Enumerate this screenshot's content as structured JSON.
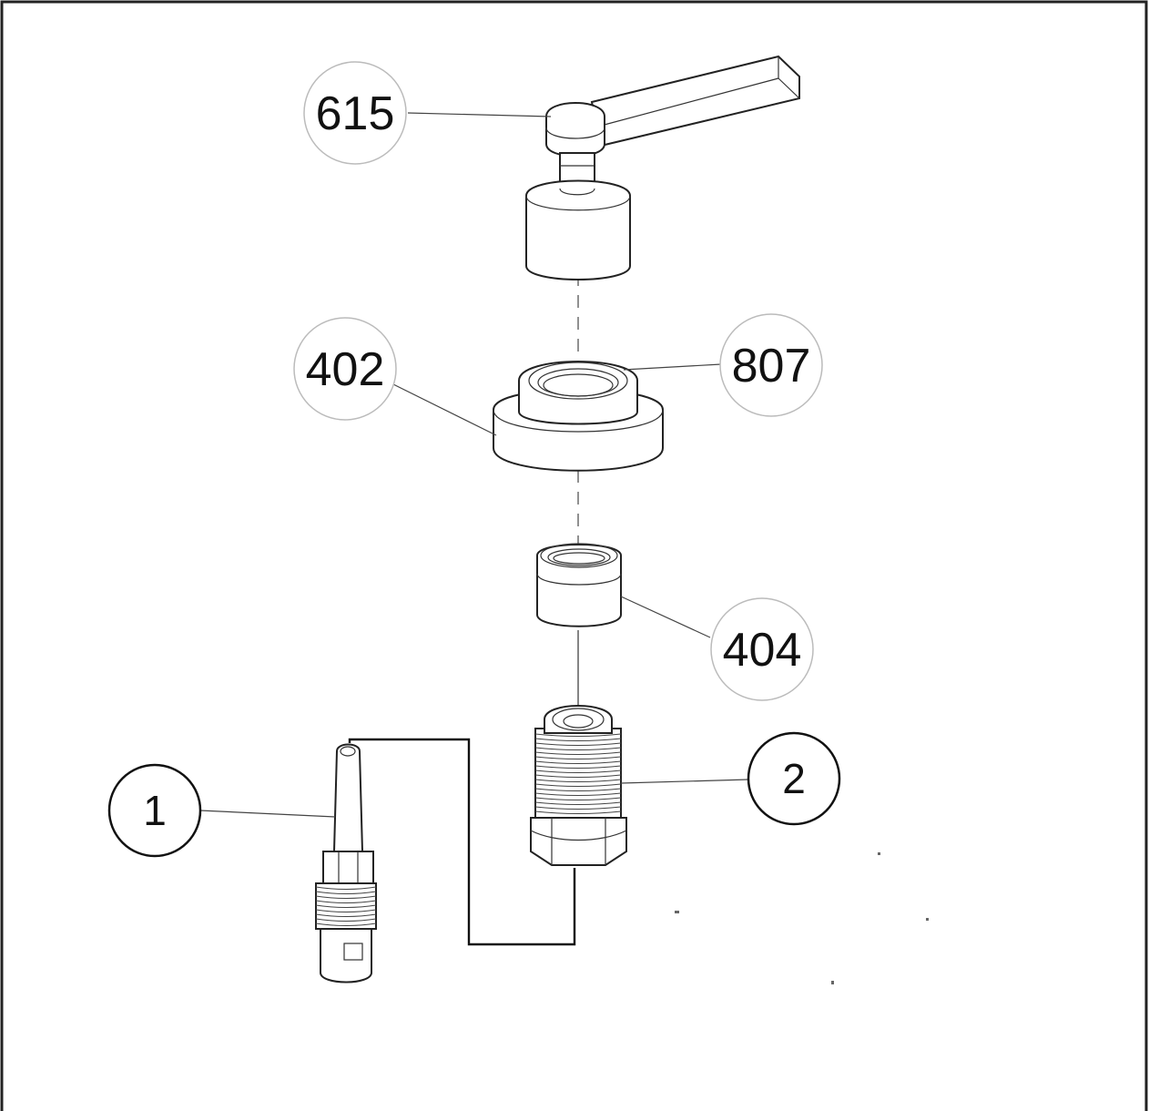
{
  "parts": [
    {
      "id": "part-615",
      "label": "615",
      "style": "light"
    },
    {
      "id": "part-402",
      "label": "402",
      "style": "light"
    },
    {
      "id": "part-807",
      "label": "807",
      "style": "light"
    },
    {
      "id": "part-404",
      "label": "404",
      "style": "light"
    },
    {
      "id": "part-2",
      "label": "2",
      "style": "bold"
    },
    {
      "id": "part-1",
      "label": "1",
      "style": "bold"
    }
  ]
}
